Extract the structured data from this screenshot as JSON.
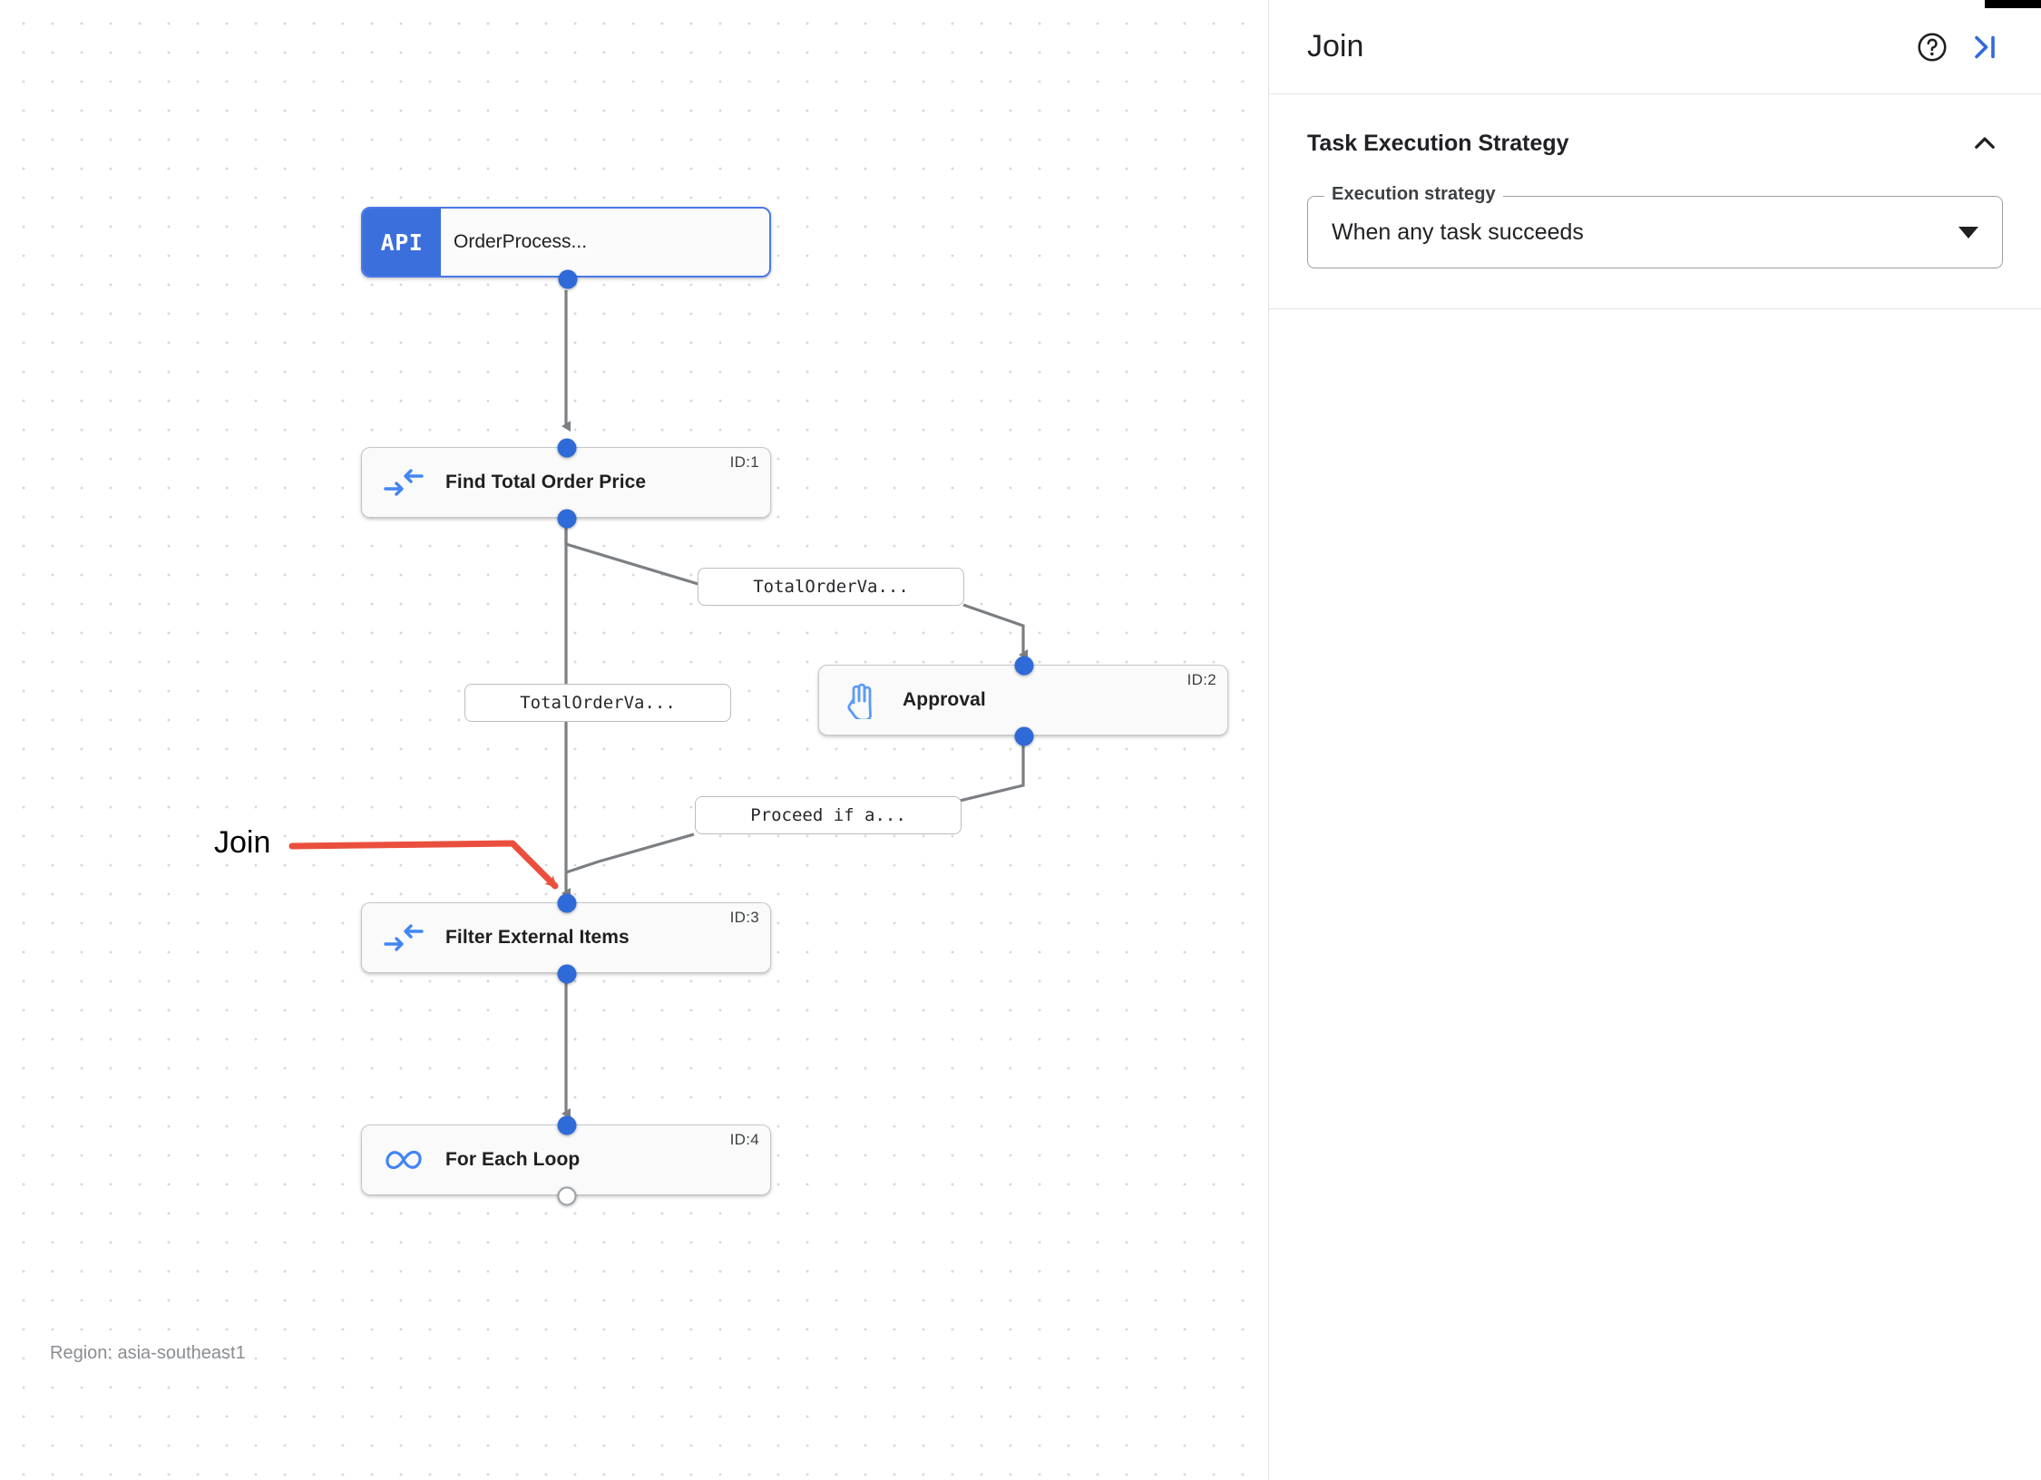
{
  "canvas": {
    "region_label": "Region: asia-southeast1",
    "annotation": {
      "label": "Join",
      "arrow_color": "#ea4f3d"
    },
    "nodes": [
      {
        "id": "api",
        "kind": "api-trigger",
        "badge": "API",
        "title": "OrderProcess...",
        "id_label": "",
        "icon": "api-badge-icon"
      },
      {
        "id": "task1",
        "kind": "data-mapping",
        "title": "Find Total Order Price",
        "id_label": "ID:1",
        "icon": "data-mapping-icon"
      },
      {
        "id": "task2",
        "kind": "approval",
        "title": "Approval",
        "id_label": "ID:2",
        "icon": "hand-raised-icon"
      },
      {
        "id": "task3",
        "kind": "data-mapping",
        "title": "Filter External Items",
        "id_label": "ID:3",
        "icon": "data-mapping-icon"
      },
      {
        "id": "task4",
        "kind": "for-each-loop",
        "title": "For Each Loop",
        "id_label": "ID:4",
        "icon": "infinity-icon"
      }
    ],
    "edge_labels": [
      {
        "id": "e1",
        "text": "TotalOrderVa..."
      },
      {
        "id": "e2",
        "text": "TotalOrderVa..."
      },
      {
        "id": "e3",
        "text": "Proceed if a..."
      }
    ]
  },
  "panel": {
    "title": "Join",
    "help_icon": "help-circle-icon",
    "collapse_icon": "collapse-panel-icon",
    "sections": [
      {
        "title": "Task Execution Strategy",
        "chevron": "chevron-up-icon",
        "field": {
          "label": "Execution strategy",
          "value": "When any task succeeds",
          "caret": "chevron-down-icon"
        }
      }
    ]
  },
  "colors": {
    "node_border_selected": "#4a79e8",
    "port": "#2f6ad9",
    "api_tab": "#3b6fdb",
    "edge": "#6b6f73",
    "annotation": "#ea4f3d",
    "accent": "#2f6ad9"
  }
}
